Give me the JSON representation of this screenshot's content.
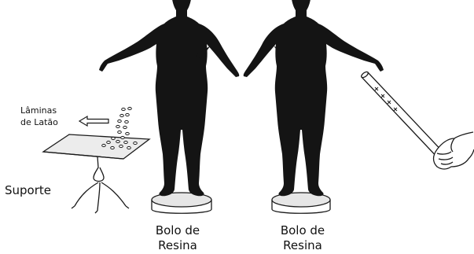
{
  "labels": {
    "laminas_line1": "Lâminas",
    "laminas_line2": "de Latão",
    "suporte": "Suporte",
    "bolo_1_line1": "Bolo de",
    "bolo_1_line2": "Resina",
    "bolo_2_line1": "Bolo de",
    "bolo_2_line2": "Resina"
  },
  "colors": {
    "figure": "#141414",
    "line": "#1a1a1a",
    "surface": "#e6e6e6",
    "rod_mark": "x"
  }
}
